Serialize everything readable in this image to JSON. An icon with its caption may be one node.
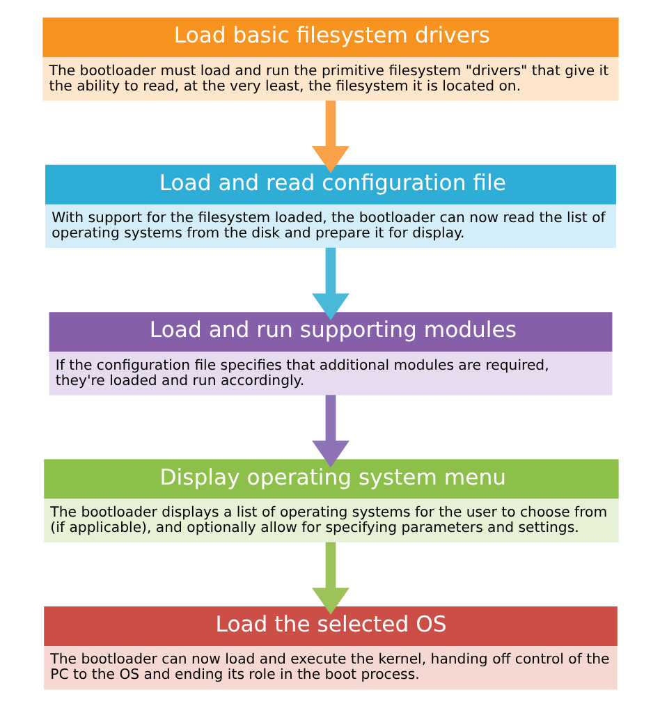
{
  "diagram": {
    "nodes": [
      {
        "text": [
          "Load basic filesystem drivers",
          "The bootloader must load and run the primitive filesystem \"drivers\" that give it the ability to read, at the very least, the filesystem it is located on."
        ]
      },
      {
        "text": [
          "Load and read configuration file",
          "With support for the filesystem loaded, the bootloader can now read the list of operating systems from the disk and prepare it for display."
        ]
      },
      {
        "text": [
          "Load and run supporting modules",
          "If the configuration file specifies that additional modules are required, they're loaded and run accordingly."
        ]
      },
      {
        "text": [
          "Display operating system menu",
          "The bootloader displays a list of operating systems for the user to choose from (if applicable), and optionally allow for specifying parameters and settings."
        ]
      },
      {
        "text": [
          "Load the selected OS",
          "The bootloader can now load and execute the kernel, handing off control of the PC to the OS and ending its role in the boot process."
        ]
      }
    ],
    "edges": [
      {
        "from": 0,
        "to": 1,
        "arrow": "to",
        "color": "#f9a24a"
      },
      {
        "from": 1,
        "to": 2,
        "arrow": "to",
        "color": "#4ab8d8"
      },
      {
        "from": 2,
        "to": 3,
        "arrow": "to",
        "color": "#8e72b6"
      },
      {
        "from": 3,
        "to": 4,
        "arrow": "to",
        "color": "#9cc25a"
      }
    ]
  }
}
